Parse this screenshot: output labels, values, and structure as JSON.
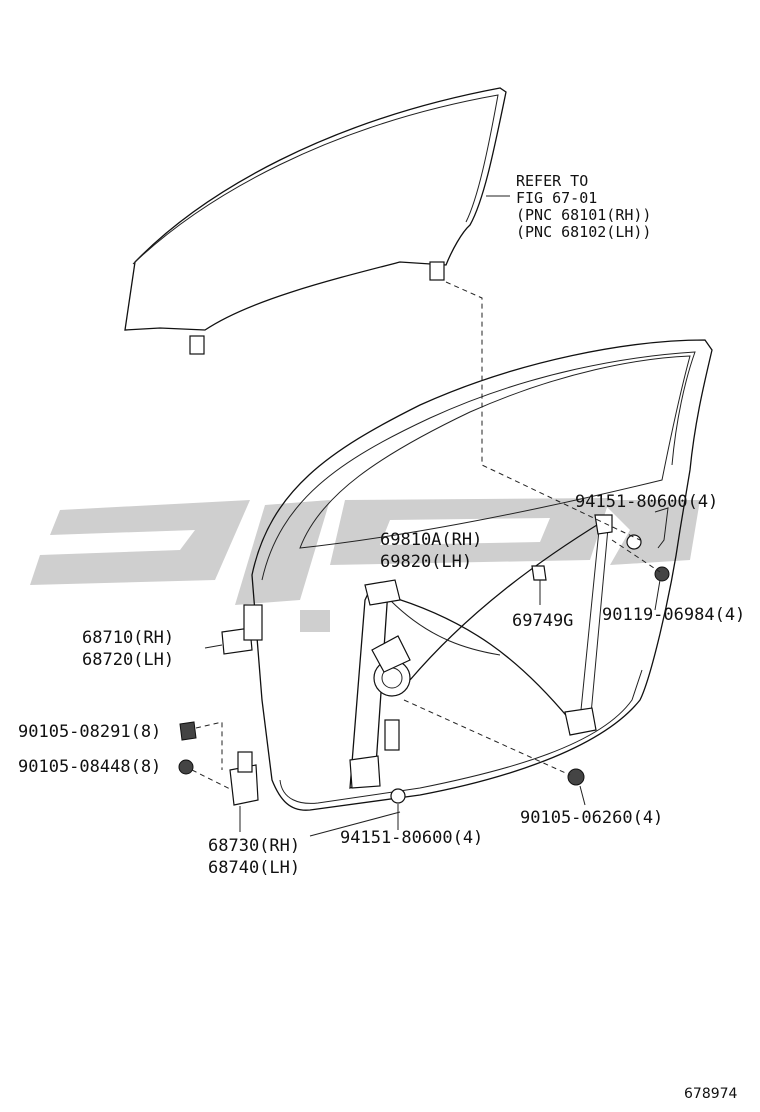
{
  "diagram": {
    "reference_note": [
      "REFER TO",
      "FIG 67-01",
      "(PNC 68101(RH))",
      "(PNC 68102(LH))"
    ],
    "parts": {
      "nut_top": "94151-80600(4)",
      "regulator_rh": "69810A(RH)",
      "regulator_lh": "69820(LH)",
      "clip": "69749G",
      "bolt_right": "90119-06984(4)",
      "hinge_upper_rh": "68710(RH)",
      "hinge_upper_lh": "68720(LH)",
      "bolt_hinge_a": "90105-08291(8)",
      "bolt_hinge_b": "90105-08448(8)",
      "hinge_lower_rh": "68730(RH)",
      "hinge_lower_lh": "68740(LH)",
      "nut_bottom": "94151-80600(4)",
      "bolt_bottom_right": "90105-06260(4)"
    },
    "figure_code": "678974"
  }
}
